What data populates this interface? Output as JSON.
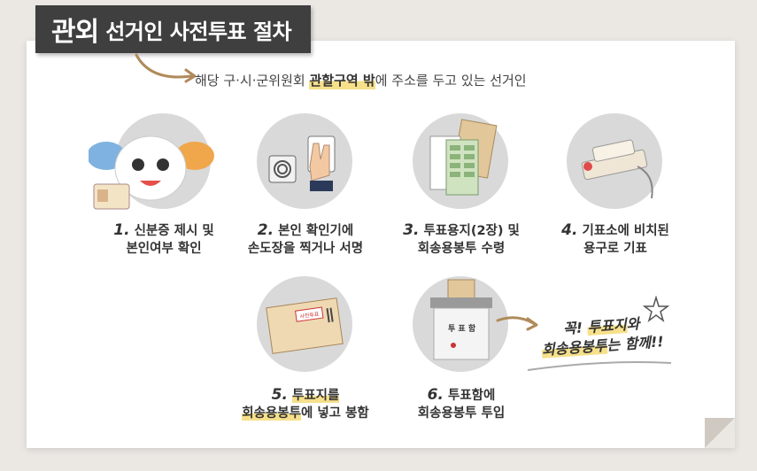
{
  "header": {
    "title_em": "관외",
    "title_rest": "선거인 사전투표 절차",
    "subtitle_pre": "해당 구·시·군위원회 ",
    "subtitle_highlight": "관할구역 밖",
    "subtitle_post": "에 주소를 두고 있는 선거인"
  },
  "steps": [
    {
      "num": "1.",
      "line1": " 신분증 제시 및",
      "line2": "본인여부 확인"
    },
    {
      "num": "2.",
      "line1": " 본인 확인기에",
      "line2": "손도장을 찍거나 서명"
    },
    {
      "num": "3.",
      "line1": " 투표용지(2장) 및",
      "line2": "회송용봉투 수령"
    },
    {
      "num": "4.",
      "line1": " 기표소에 비치된",
      "line2": "용구로 기표"
    },
    {
      "num": "5.",
      "line1_mark": "투표지를",
      "line2_mark": "회송용봉투",
      "line2_post": "에 넣고 봉함"
    },
    {
      "num": "6.",
      "line1": " 투표함에",
      "line2": "회송용봉투 투입"
    }
  ],
  "illustrations": {
    "ballot_box_label": "투 표 함",
    "envelope_label": "사전투표"
  },
  "note": {
    "pre": "꼭! ",
    "mark1": "투표지",
    "mid": "와",
    "mark2": "회송용봉투",
    "post": "는 함께!!"
  },
  "colors": {
    "banner": "#3f3f3f",
    "highlight": "#f6e08a",
    "arrow": "#b08a5a",
    "circle": "#d9d9d9"
  }
}
